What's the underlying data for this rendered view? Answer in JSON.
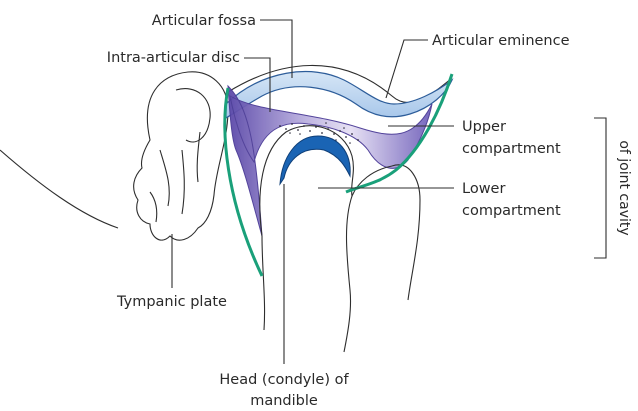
{
  "labels": {
    "articular_fossa": "Articular fossa",
    "intra_articular_disc": "Intra-articular disc",
    "articular_eminence": "Articular eminence",
    "upper_compartment_1": "Upper",
    "upper_compartment_2": "compartment",
    "lower_compartment_1": "Lower",
    "lower_compartment_2": "compartment",
    "joint_cavity": "of joint cavity",
    "tympanic_plate": "Tympanic plate",
    "head_condyle_1": "Head (condyle) of",
    "head_condyle_2": "mandible"
  },
  "colors": {
    "fossa_fill": "#b9d3ee",
    "fossa_stroke": "#2d5d9a",
    "disc_fill": "#a79ad4",
    "disc_dark": "#5a47a8",
    "capsule": "#1aa07a",
    "condyle_cap": "#1a64b4",
    "outline": "#2e2e2e"
  }
}
